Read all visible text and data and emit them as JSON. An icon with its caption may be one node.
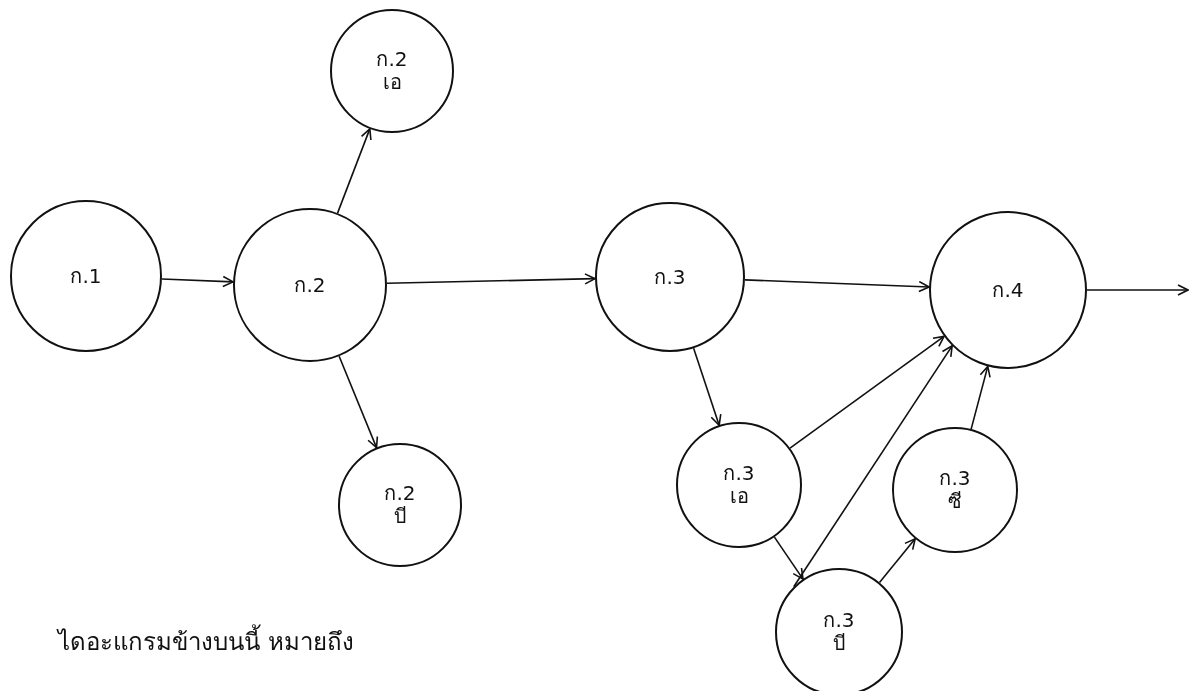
{
  "diagram": {
    "nodes": [
      {
        "text": [
          "ก.1"
        ]
      },
      {
        "text": [
          "ก.2"
        ]
      },
      {
        "text": [
          "ก.2 เอ"
        ]
      },
      {
        "text": [
          "ก.2 บี"
        ]
      },
      {
        "text": [
          "ก.3"
        ]
      },
      {
        "text": [
          "ก.3 เอ"
        ]
      },
      {
        "text": [
          "ก.3 บี"
        ]
      },
      {
        "text": [
          "ก.3 ซี"
        ]
      },
      {
        "text": [
          "ก.4"
        ]
      }
    ],
    "edges": [
      {
        "from": 0,
        "to": 1,
        "arrow": "to"
      },
      {
        "from": 1,
        "to": 2,
        "arrow": "to"
      },
      {
        "from": 1,
        "to": 3,
        "arrow": "to"
      },
      {
        "from": 1,
        "to": 4,
        "arrow": "to"
      },
      {
        "from": 4,
        "to": 8,
        "arrow": "to"
      },
      {
        "from": 4,
        "to": 5,
        "arrow": "to"
      },
      {
        "from": 5,
        "to": 8,
        "arrow": "to"
      },
      {
        "from": 5,
        "to": 6,
        "arrow": "to"
      },
      {
        "from": 6,
        "to": 8,
        "arrow": "to"
      },
      {
        "from": 6,
        "to": 7,
        "arrow": "to"
      },
      {
        "from": 7,
        "to": 8,
        "arrow": "to"
      },
      {
        "from": 8,
        "to": null,
        "arrow": "to"
      }
    ],
    "labels": [
      "ไดอะแกรมข้างบนนี้ หมายถึง"
    ]
  }
}
